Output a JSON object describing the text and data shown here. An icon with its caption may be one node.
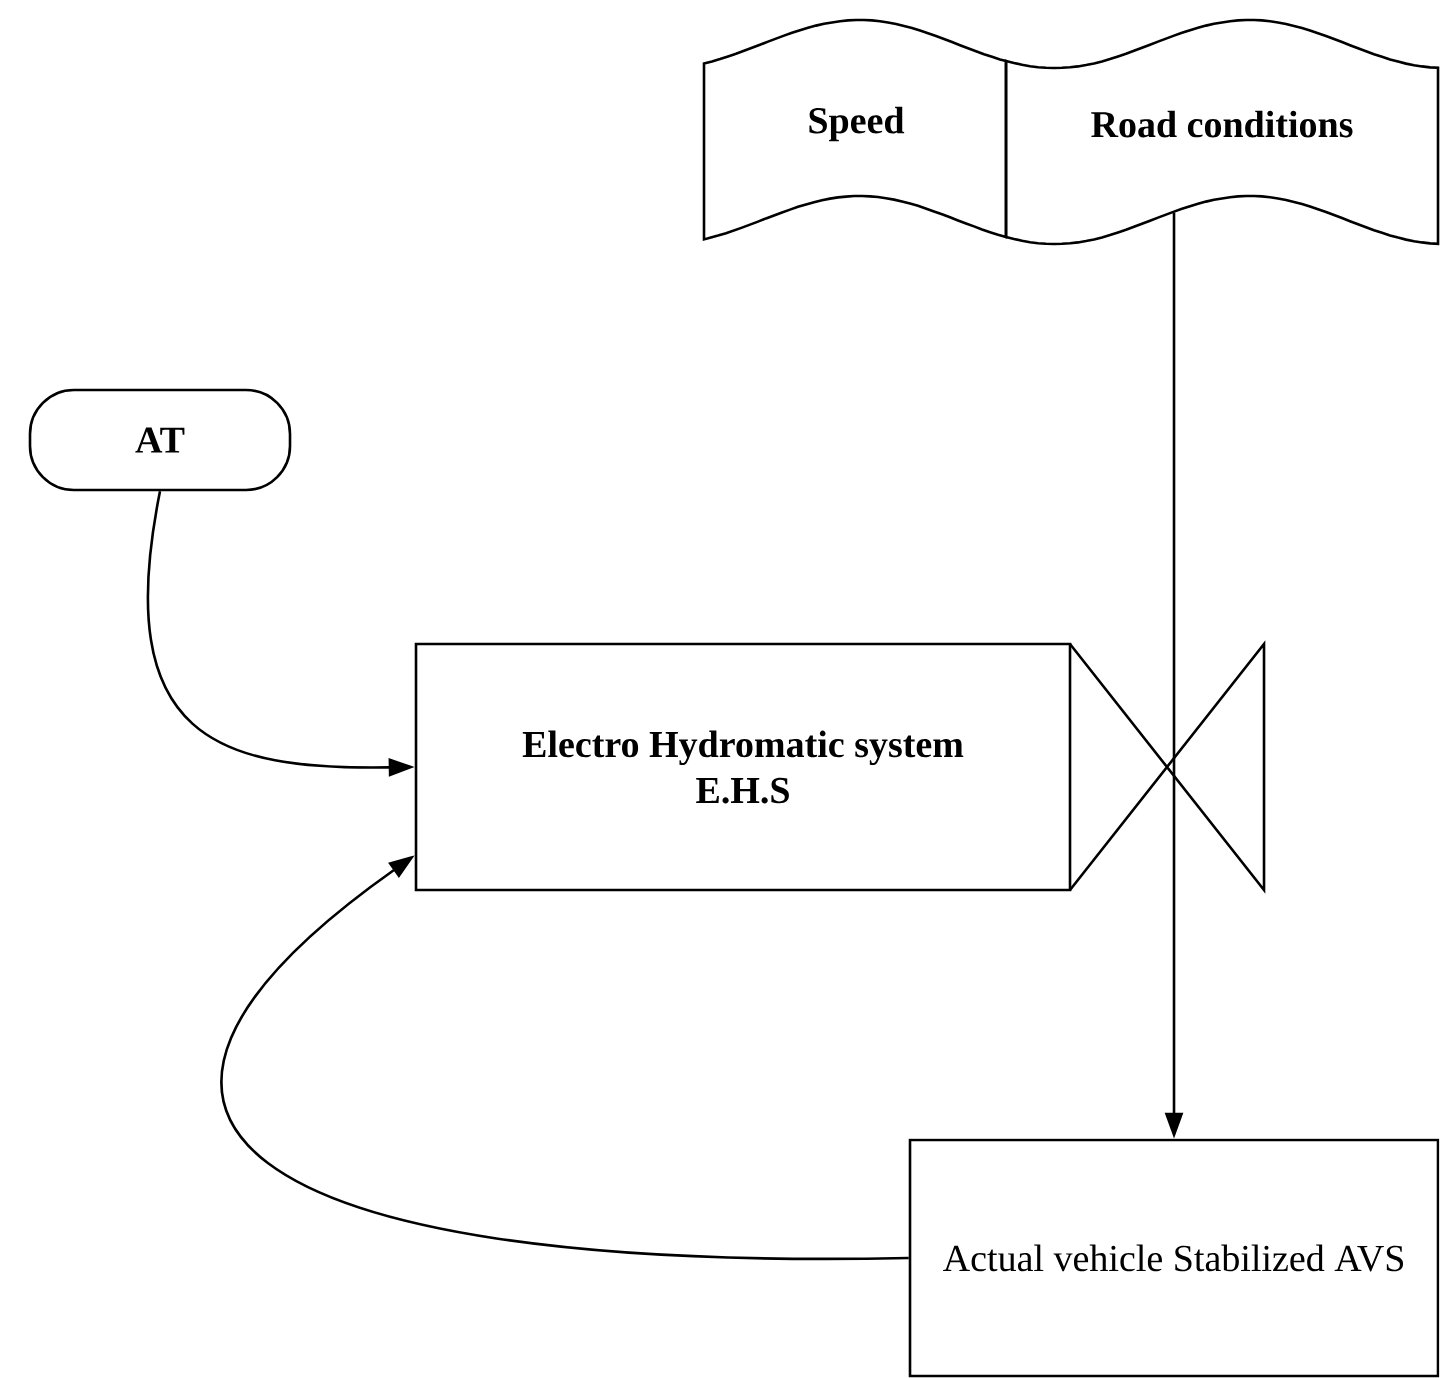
{
  "diagram": {
    "nodes": [
      {
        "text": [
          "Speed"
        ]
      },
      {
        "text": [
          "Road conditions"
        ]
      },
      {
        "text": [
          "AT"
        ]
      },
      {
        "text": [
          "Electro Hydromatic system",
          "E.H.S"
        ]
      },
      {
        "text": [
          "Actual vehicle Stabilized AVS"
        ]
      }
    ],
    "edges": [
      {
        "from": 2,
        "to": 3,
        "arrow": "to"
      },
      {
        "from": 1,
        "to": 4,
        "arrow": "to"
      },
      {
        "from": 4,
        "to": 3,
        "arrow": "to"
      }
    ]
  }
}
